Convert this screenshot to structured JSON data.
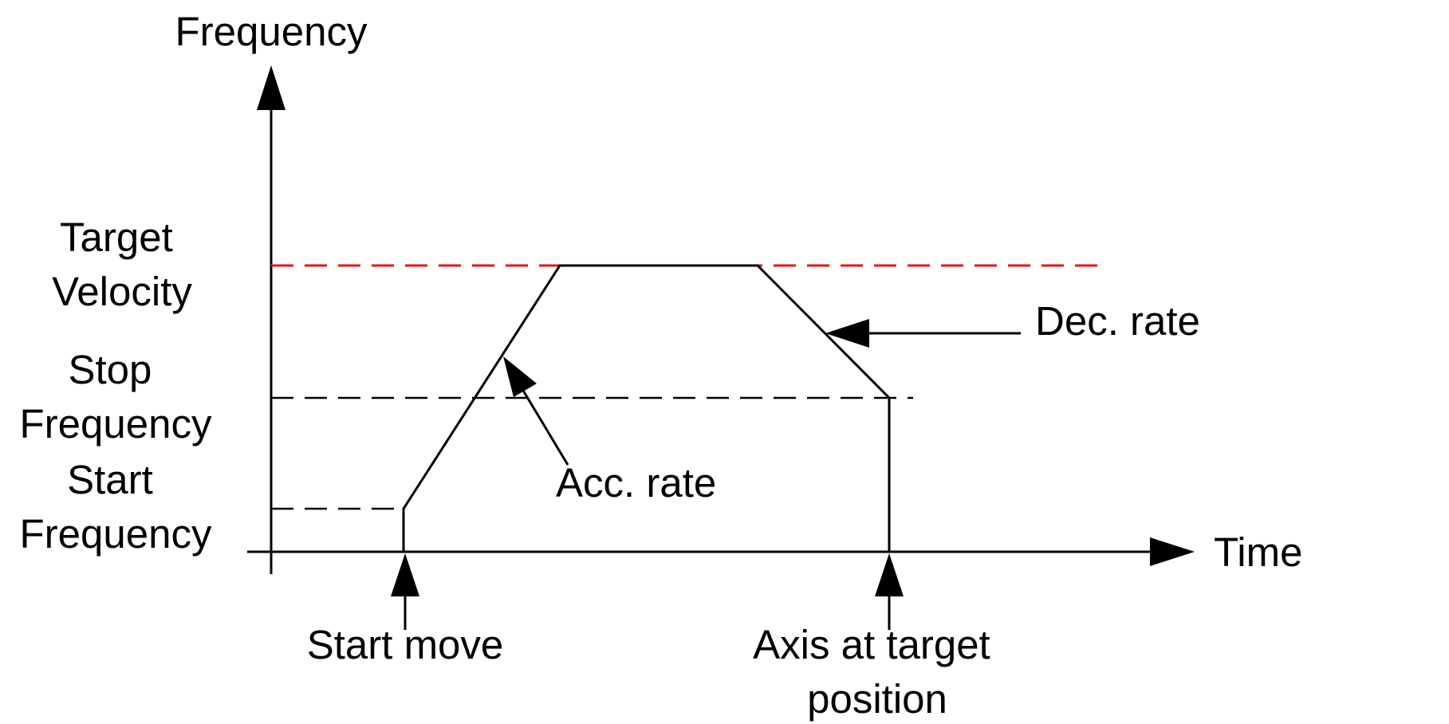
{
  "axes": {
    "y_label": "Frequency",
    "x_label": "Time"
  },
  "levels": {
    "target_velocity": [
      "Target",
      "Velocity"
    ],
    "stop_frequency": [
      "Stop",
      "Frequency"
    ],
    "start_frequency": [
      "Start",
      "Frequency"
    ]
  },
  "annotations": {
    "acc_rate": "Acc. rate",
    "dec_rate": "Dec. rate",
    "start_move": "Start move",
    "axis_at_target": [
      "Axis at target",
      "position"
    ]
  },
  "colors": {
    "target_velocity_line": "#e8141c",
    "ink": "#000000",
    "background": "#ffffff"
  }
}
